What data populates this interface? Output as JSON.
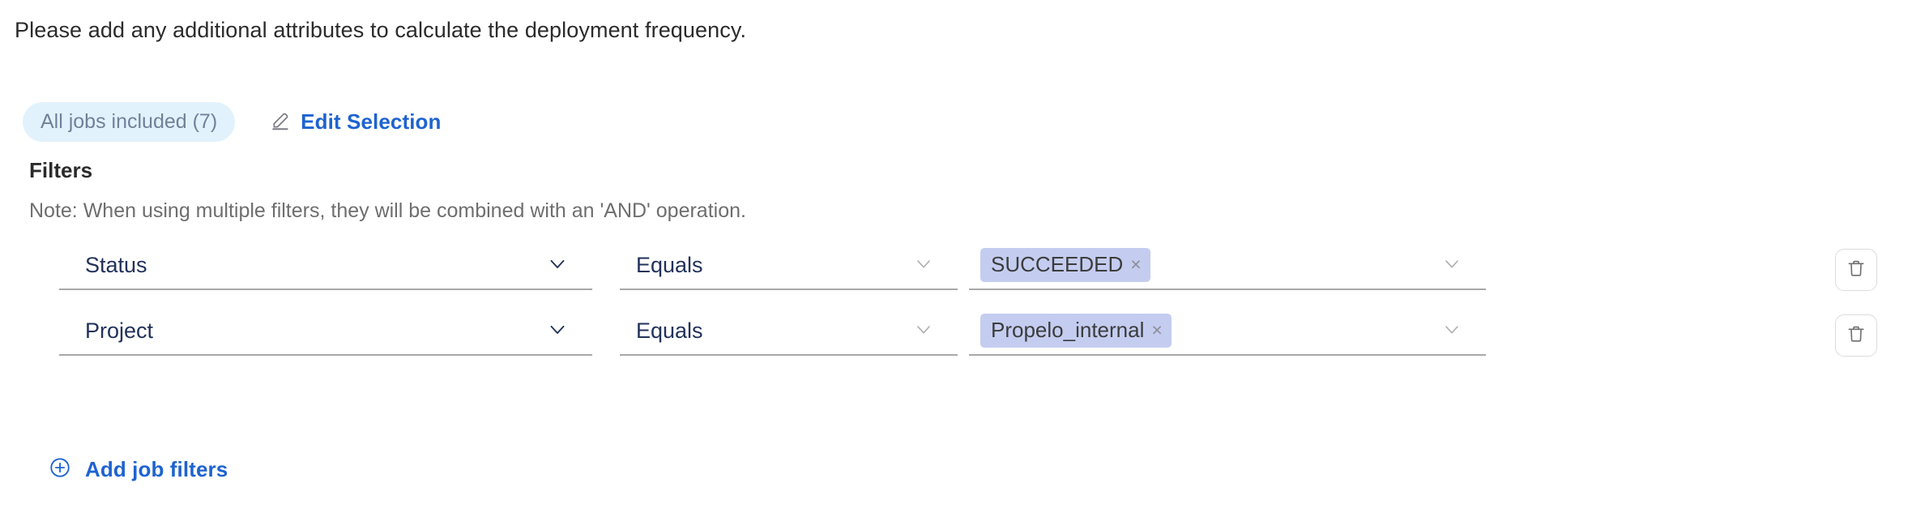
{
  "intro": {
    "text": "Please add any additional attributes to calculate the deployment frequency."
  },
  "selection": {
    "jobs_pill_label": "All jobs included (7)",
    "edit_label": "Edit Selection",
    "edit_icon": "pencil-icon"
  },
  "filters": {
    "title": "Filters",
    "note": "Note: When using multiple filters, they will be combined with an 'AND' operation.",
    "rows": [
      {
        "attribute": "Status",
        "operator": "Equals",
        "values": [
          {
            "label": "SUCCEEDED",
            "remove_icon": "×"
          }
        ],
        "delete_icon": "trash-icon"
      },
      {
        "attribute": "Project",
        "operator": "Equals",
        "values": [
          {
            "label": "Propelo_internal",
            "remove_icon": "×"
          }
        ],
        "delete_icon": "trash-icon"
      }
    ],
    "add_link_label": "Add job filters",
    "add_link_icon": "plus-circle-icon"
  },
  "colors": {
    "link_blue": "#1e63d0",
    "pill_bg": "#e2f2fc",
    "pill_text": "#72809a",
    "chip_bg": "#c4cdf0",
    "chip_text": "#3c3c3c",
    "field_text": "#22325a",
    "underline": "#a8a8a8",
    "note_text": "#6e6e6e",
    "body_text": "#2b2b2b"
  }
}
